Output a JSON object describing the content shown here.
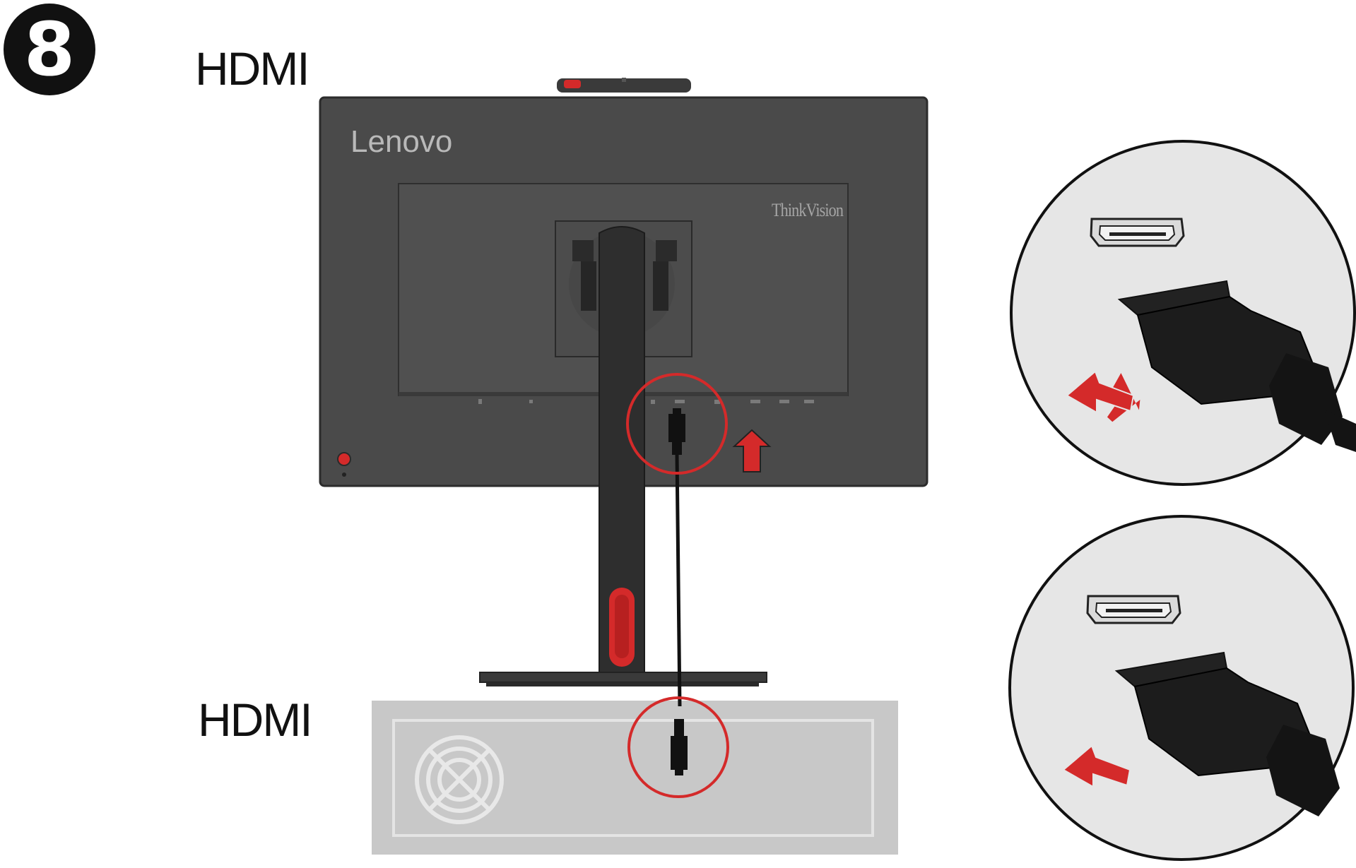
{
  "step": {
    "number": "8"
  },
  "labels": {
    "top_connector": "HDMI",
    "bottom_connector": "HDMI"
  },
  "monitor": {
    "brand": "Lenovo",
    "sub_brand": "ThinkVision"
  },
  "colors": {
    "monitor_body": "#4a4a4a",
    "monitor_frame": "#3b3b3b",
    "stand": "#2e2e2e",
    "accent_red": "#d42a2a",
    "callout_circle_fill": "#e6e6e6",
    "pc_case": "#c8c8c8",
    "cable": "#111111"
  },
  "icons": [
    "hdmi-port-icon",
    "hdmi-plug-icon",
    "insert-arrow-icon",
    "fan-grille-icon",
    "power-button-icon",
    "webcam-icon"
  ]
}
